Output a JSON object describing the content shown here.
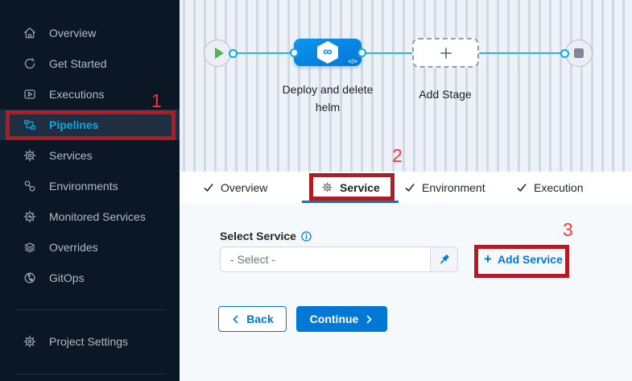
{
  "sidebar": {
    "items": [
      {
        "label": "Overview"
      },
      {
        "label": "Get Started"
      },
      {
        "label": "Executions"
      },
      {
        "label": "Pipelines",
        "active": true
      },
      {
        "label": "Services"
      },
      {
        "label": "Environments"
      },
      {
        "label": "Monitored Services"
      },
      {
        "label": "Overrides"
      },
      {
        "label": "GitOps"
      }
    ],
    "footer_item": {
      "label": "Project Settings"
    }
  },
  "canvas": {
    "stage": {
      "label": "Deploy and delete helm",
      "icon_glyph": "∞",
      "code_glyph": "</>"
    },
    "add_stage": {
      "label": "Add Stage"
    }
  },
  "tabs": {
    "overview": {
      "label": "Overview"
    },
    "service": {
      "label": "Service"
    },
    "environment": {
      "label": "Environment"
    },
    "execution": {
      "label": "Execution"
    }
  },
  "form": {
    "select_label": "Select Service",
    "select_placeholder": "- Select -",
    "add_service_plus": "+",
    "add_service_label": "Add Service"
  },
  "buttons": {
    "back": "Back",
    "continue": "Continue"
  },
  "annotations": {
    "one": "1",
    "two": "2",
    "three": "3"
  },
  "colors": {
    "accent": "#0278d5",
    "sidebar_active": "#00ade4",
    "stage_blue": "#0984e3",
    "pipeline_line": "#25b0f0",
    "play_green": "#52b257",
    "annotation_box": "#b01c22",
    "annotation_number": "#f33a3a"
  }
}
